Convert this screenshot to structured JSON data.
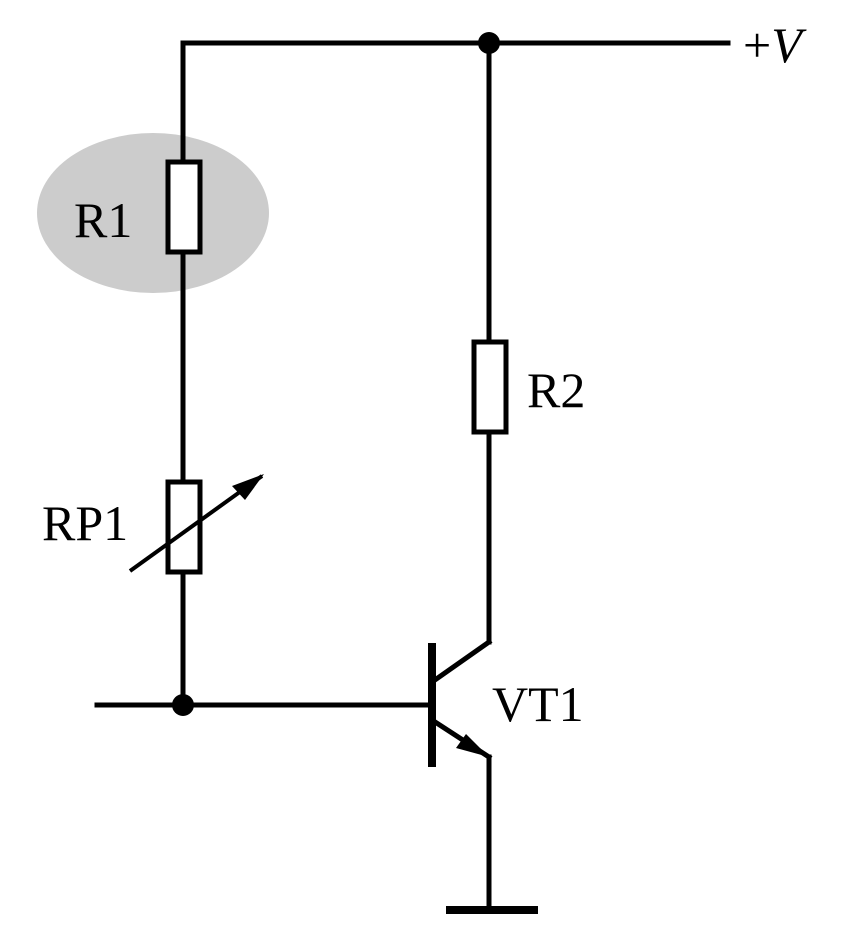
{
  "labels": {
    "supply": "+V",
    "supply_plus": "+",
    "supply_v": "V",
    "r1": "R1",
    "r2": "R2",
    "rp1": "RP1",
    "vt1": "VT1"
  },
  "highlight": {
    "target": "R1",
    "color": "#cccccc"
  },
  "colors": {
    "wire": "#000000",
    "background": "#ffffff"
  }
}
